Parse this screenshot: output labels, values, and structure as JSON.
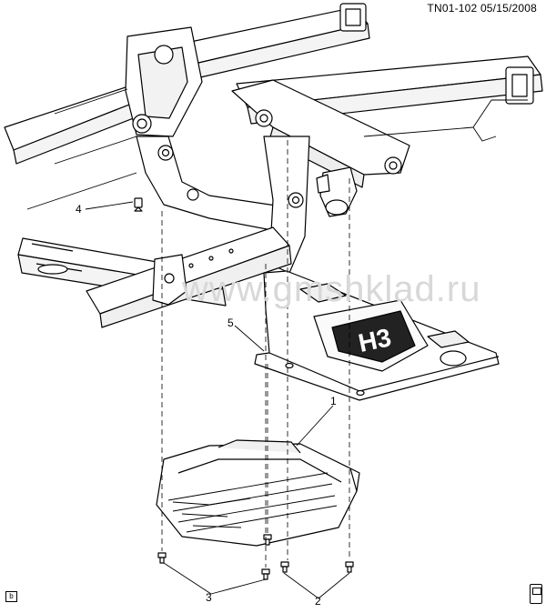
{
  "header": {
    "code": "TN01-102",
    "date": "05/15/2008"
  },
  "watermark": "www.gmshklad.ru",
  "callouts": [
    {
      "id": "1",
      "label": "1"
    },
    {
      "id": "2",
      "label": "2"
    },
    {
      "id": "3",
      "label": "3"
    },
    {
      "id": "4",
      "label": "4"
    },
    {
      "id": "5",
      "label": "5"
    }
  ],
  "plate_emblem": "H3",
  "badge_left": "b"
}
